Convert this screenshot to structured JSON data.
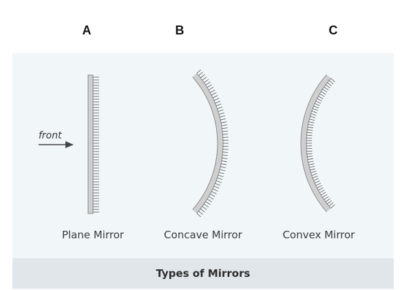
{
  "diagram": {
    "letters": {
      "a": "A",
      "b": "B",
      "c": "C"
    },
    "mirrors": {
      "plane": "Plane Mirror",
      "concave": "Concave Mirror",
      "convex": "Convex Mirror"
    },
    "front_label": "front",
    "caption": "Types of Mirrors",
    "colors": {
      "panel": "#f1f6f9",
      "caption_bar": "#e1e6ea",
      "mirror_fill": "#cfcfcf",
      "mirror_stroke": "#8a8a8a",
      "hatch": "#555555",
      "arrow": "#444444"
    }
  }
}
